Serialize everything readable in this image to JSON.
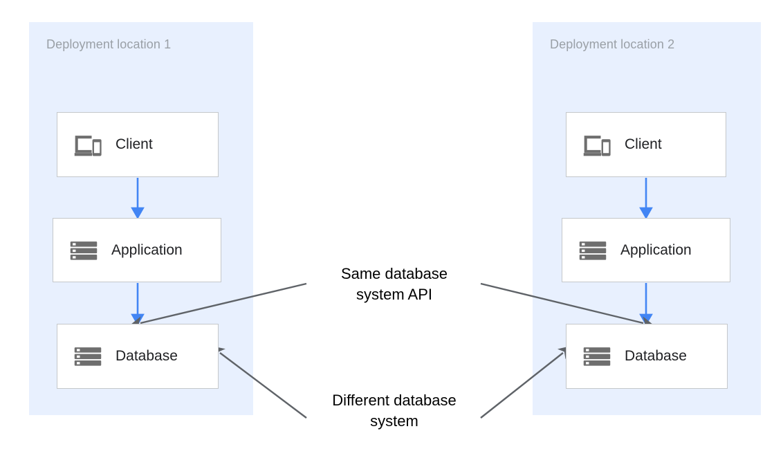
{
  "diagram": {
    "title": "Same database system API / Different database system deployment diagram",
    "background_color": "#ffffff",
    "zone_color": "#e8f0fe",
    "flow_arrow_color": "#4285f4",
    "annotation_arrow_color": "#5f6368",
    "node_border_color": "#c4c7ca",
    "node_fill_color": "#ffffff",
    "icon_color": "#6e6e6e",
    "zone_label_color": "#9aa0a6",
    "text_color": "#202124"
  },
  "zones": [
    {
      "id": "deployment-location-1",
      "label": "Deployment location 1",
      "nodes": [
        {
          "id": "client-1",
          "label": "Client",
          "icon": "devices-icon"
        },
        {
          "id": "application-1",
          "label": "Application",
          "icon": "storage-icon"
        },
        {
          "id": "database-1",
          "label": "Database",
          "icon": "storage-icon"
        }
      ]
    },
    {
      "id": "deployment-location-2",
      "label": "Deployment location 2",
      "nodes": [
        {
          "id": "client-2",
          "label": "Client",
          "icon": "devices-icon"
        },
        {
          "id": "application-2",
          "label": "Application",
          "icon": "storage-icon"
        },
        {
          "id": "database-2",
          "label": "Database",
          "icon": "storage-icon"
        }
      ]
    }
  ],
  "annotations": [
    {
      "id": "same-database-system-api",
      "line1": "Same database",
      "line2": "system API",
      "points_to": [
        "database-1",
        "database-2"
      ]
    },
    {
      "id": "different-database-system",
      "line1": "Different database",
      "line2": "system",
      "points_to": [
        "database-1",
        "database-2"
      ]
    }
  ],
  "flow_arrows": [
    {
      "id": "client-1-to-application-1",
      "from": "client-1",
      "to": "application-1",
      "color": "#4285f4"
    },
    {
      "id": "application-1-to-database-1",
      "from": "application-1",
      "to": "database-1",
      "color": "#4285f4"
    },
    {
      "id": "client-2-to-application-2",
      "from": "client-2",
      "to": "application-2",
      "color": "#4285f4"
    },
    {
      "id": "application-2-to-database-2",
      "from": "application-2",
      "to": "database-2",
      "color": "#4285f4"
    }
  ]
}
